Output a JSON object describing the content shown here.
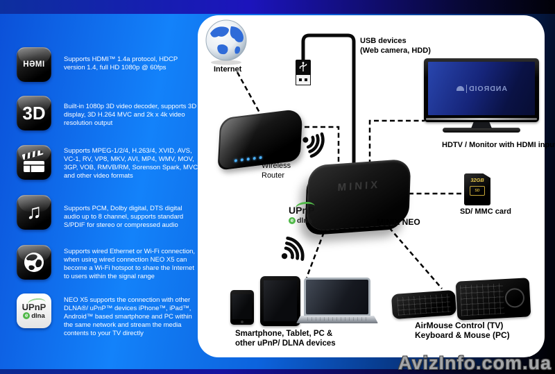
{
  "watermark": "AvizInfo.com.ua",
  "colors": {
    "background_blue": "#1382fa",
    "dark_navy": "#070730",
    "panel_white": "#ffffff",
    "dlna_green": "#50b848",
    "sd_gold": "#e8c84a",
    "led_blue": "#4db2ff"
  },
  "features": [
    {
      "icon": "hdmi",
      "icon_label": "HƏMI",
      "text": "Supports HDMI™ 1.4a protocol, HDCP version 1.4, full HD 1080p @ 60fps"
    },
    {
      "icon": "3d",
      "icon_label": "3D",
      "text": "Built-in 1080p 3D video decoder, supports 3D display, 3D H.264 MVC and 2k x 4k video resolution output"
    },
    {
      "icon": "video-formats",
      "text": "Supports MPEG-1/2/4, H.263/4, XVID, AVS, VC-1, RV, VP8, MKV, AVI, MP4, WMV, MOV, 3GP, VOB, RMVB/RM, Sorenson Spark, MVC and other video formats"
    },
    {
      "icon": "audio",
      "icon_glyph": "♫",
      "text": "Supports PCM, Dolby digital, DTS digital audio up to 8 channel, supports standard S/PDIF for stereo or compressed audio"
    },
    {
      "icon": "network",
      "text": "Supports wired Ethernet or Wi-Fi connection, when using wired connection NEO X5 can become a Wi-Fi hotspot to share the Internet to users within the signal range"
    },
    {
      "icon": "upnp-dlna",
      "upnp_label": "UPnP",
      "dlna_label": "dlna",
      "dlna_e": "e",
      "text": "NEO X5 supports the connection with other DLNA®/ uPnP™ devices iPhone™, iPad™, Android™ based smartphone and PC within the same network and stream the media contents to your TV directly"
    }
  ],
  "diagram": {
    "internet_label": "Internet",
    "usb_label_line1": "USB devices",
    "usb_label_line2": "(Web camera, HDD)",
    "router_label_line1": "Wireless",
    "router_label_line2": "Router",
    "hdtv_label": "HDTV / Monitor with HDMI input",
    "tv_screen_text": "ANDROID",
    "minix_logo": "MINIX",
    "minix_label": "MINIX NEO",
    "upnp_label": "UPnP",
    "dlna_label": "dlna",
    "dlna_e": "e",
    "sd_label": "SD/ MMC card",
    "sd_card_text": "32GB",
    "sd_chip_text": "SD",
    "devices_label_line1": "Smartphone, Tablet, PC &",
    "devices_label_line2": "other uPnP/ DLNA devices",
    "airmouse_label_line1": "AirMouse Control (TV)",
    "airmouse_label_line2": "Keyboard & Mouse (PC)"
  }
}
